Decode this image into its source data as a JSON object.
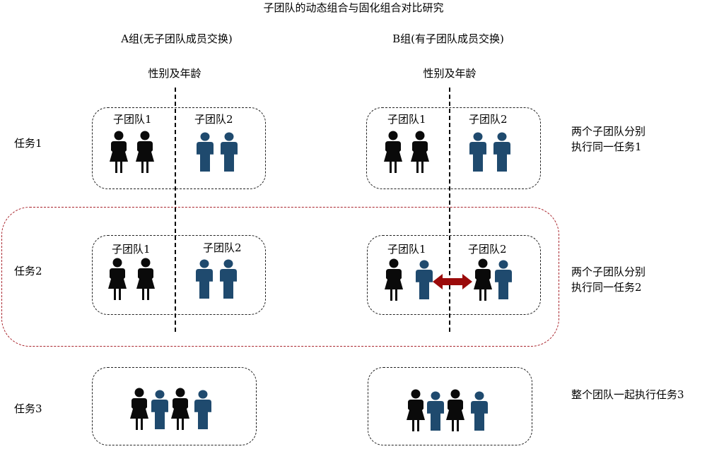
{
  "title": "子团队的动态组合与固化组合对比研究",
  "colors": {
    "female": "#0a0a0a",
    "male": "#1f4a6e",
    "exchange_arrow": "#9b0a0a",
    "highlight_border": "#a8232b"
  },
  "groups": [
    {
      "label": "A组(无子团队成员交换)",
      "divider_label": "性别及年龄"
    },
    {
      "label": "B组(有子团队成员交换)",
      "divider_label": "性别及年龄"
    }
  ],
  "tasks": [
    {
      "label": "任务1",
      "description_lines": [
        "两个子团队分别",
        "执行同一任务1"
      ],
      "group_a": {
        "subteam1": "子团队1",
        "subteam2": "子团队2",
        "subteam1_members": [
          "female",
          "female"
        ],
        "subteam2_members": [
          "male",
          "male"
        ]
      },
      "group_b": {
        "subteam1": "子团队1",
        "subteam2": "子团队2",
        "subteam1_members": [
          "female",
          "female"
        ],
        "subteam2_members": [
          "male",
          "male"
        ]
      }
    },
    {
      "label": "任务2",
      "highlighted": true,
      "description_lines": [
        "两个子团队分别",
        "执行同一任务2"
      ],
      "group_a": {
        "subteam1": "子团队1",
        "subteam2": "子团队2",
        "subteam1_members": [
          "female",
          "female"
        ],
        "subteam2_members": [
          "male",
          "male"
        ]
      },
      "group_b": {
        "subteam1": "子团队1",
        "subteam2": "子团队2",
        "subteam1_members": [
          "female",
          "male"
        ],
        "subteam2_members": [
          "female",
          "male"
        ],
        "exchange": "member swap between subteams (double arrow)"
      }
    },
    {
      "label": "任务3",
      "description_lines": [
        "整个团队一起执行任务3"
      ],
      "group_a": {
        "members": [
          "female",
          "male",
          "female",
          "male"
        ]
      },
      "group_b": {
        "members": [
          "female",
          "male",
          "female",
          "male"
        ]
      }
    }
  ]
}
